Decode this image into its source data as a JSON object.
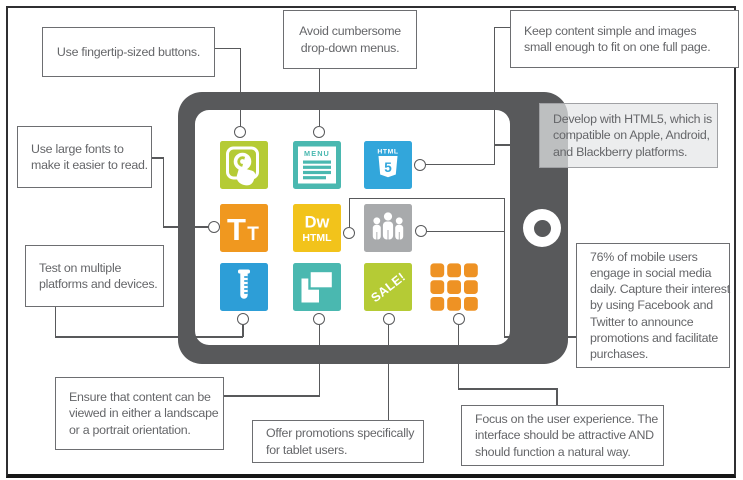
{
  "colors": {
    "green": "#b5cb35",
    "teal": "#4ab8b0",
    "blue": "#32a6db",
    "blue2": "#2d9ed7",
    "orange": "#f0981f",
    "orange2": "#ee9224",
    "gold": "#f2c31b",
    "gray": "#a8aaac",
    "device": "#58595b",
    "line": "#58595b",
    "box_border": "#6d6e71",
    "text": "#656669"
  },
  "callouts": {
    "fingertip": "Use fingertip-sized buttons.",
    "dropdown": "Avoid cumbersome\ndrop-down menus.",
    "content": "Keep content simple and images\nsmall enough to fit on one full page.",
    "fonts": "Use large fonts to\nmake it easier to read.",
    "platforms": "Test on multiple\nplatforms and devices.",
    "orientation": "Ensure that content can be\nviewed in either a landscape\nor a portrait orientation.",
    "promotions": "Offer promotions specifically\nfor tablet users.",
    "experience": "Focus on the user experience. The\ninterface should be attractive AND\nshould function a natural way.",
    "html5": "Develop with HTML5, which is\ncompatible on Apple, Android,\nand Blackberry platforms.",
    "social": "76% of mobile users\nengage in social media\ndaily. Capture their interest\nby using Facebook and\nTwitter to announce\npromotions and facilitate\npurchases."
  },
  "icons": {
    "menu": {
      "label": "MENU"
    },
    "html5": {
      "top": "HTML",
      "number": "5"
    },
    "typography": {
      "large": "T",
      "small": "T"
    },
    "dreamweaver": {
      "line1": "Dw",
      "line2": "HTML"
    },
    "sale": {
      "label": "SALE!"
    }
  }
}
